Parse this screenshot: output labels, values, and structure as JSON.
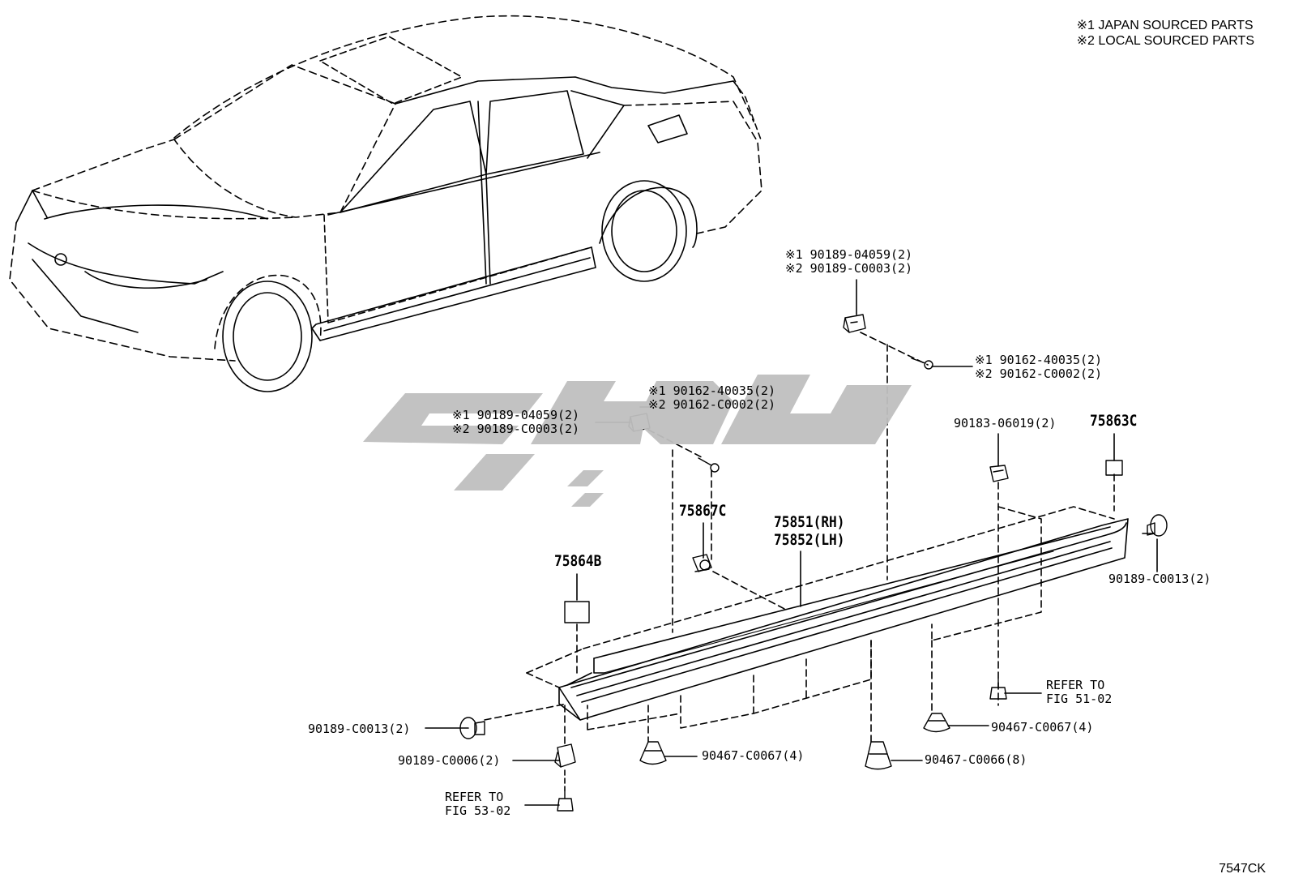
{
  "legend": {
    "japan": "※1 JAPAN SOURCED PARTS",
    "local": "※2 LOCAL SOURCED PARTS"
  },
  "figure_code": "7547CK",
  "callouts": {
    "top_clip": {
      "line1": "※1 90189-04059(2)",
      "line2": "※2 90189-C0003(2)"
    },
    "top_screw": {
      "line1": "※1 90162-40035(2)",
      "line2": "※2 90162-C0002(2)"
    },
    "mid_clip": {
      "line1": "※1 90189-04059(2)",
      "line2": "※2 90189-C0003(2)"
    },
    "mid_screw": {
      "line1": "※1 90162-40035(2)",
      "line2": "※2 90162-C0002(2)"
    },
    "nut_right": "90183-06019(2)",
    "tape_right": "75863C",
    "clip_75867": "75867C",
    "moulding": {
      "rh": "75851(RH)",
      "lh": "75852(LH)"
    },
    "tape_left": "75864B",
    "clip_right_end": "90189-C0013(2)",
    "clip_left_end": "90189-C0013(2)",
    "clip_bottom_left": "90189-C0006(2)",
    "refer_left": {
      "line1": "REFER TO",
      "line2": "FIG 53-02"
    },
    "refer_right": {
      "line1": "REFER TO",
      "line2": "FIG 51-02"
    },
    "grommet_left": "90467-C0067(4)",
    "grommet_right": "90467-C0067(4)",
    "grommet_mid": "90467-C0066(8)"
  },
  "icons": {
    "watermark": "brand-watermark-logo",
    "vehicle": "sedan-outline-drawing",
    "part": "rocker-panel-moulding"
  },
  "colors": {
    "line": "#000000",
    "watermark": "#bfbfbf",
    "background": "#ffffff"
  }
}
